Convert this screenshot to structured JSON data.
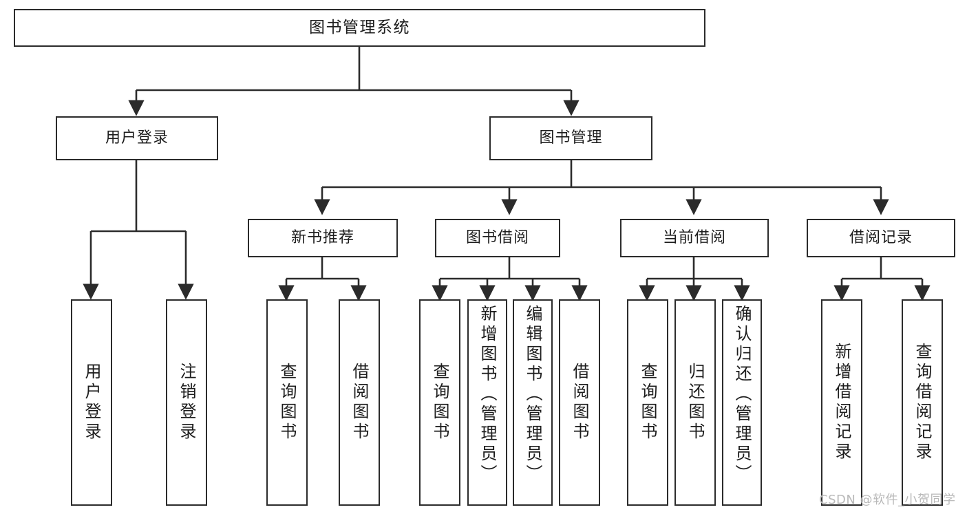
{
  "diagram": {
    "title": "图书管理系统",
    "watermark": "CSDN @软件_小贺同学",
    "stroke_color": "#2b2b2b",
    "background_color": "#ffffff"
  },
  "nodes": {
    "root": {
      "label": "图书管理系统"
    },
    "level2": [
      {
        "label": "用户登录"
      },
      {
        "label": "图书管理"
      }
    ],
    "level3": [
      {
        "label": "新书推荐"
      },
      {
        "label": "图书借阅"
      },
      {
        "label": "当前借阅"
      },
      {
        "label": "借阅记录"
      }
    ],
    "leaves": {
      "user_login": [
        {
          "label": "用户登录"
        },
        {
          "label": "注销登录"
        }
      ],
      "new_book_recommend": [
        {
          "label": "查询图书"
        },
        {
          "label": "借阅图书"
        }
      ],
      "book_borrow": [
        {
          "label": "查询图书"
        },
        {
          "label": "新增图书（管理员）"
        },
        {
          "label": "编辑图书（管理员）"
        },
        {
          "label": "借阅图书"
        }
      ],
      "current_borrow": [
        {
          "label": "查询图书"
        },
        {
          "label": "归还图书"
        },
        {
          "label": "确认归还（管理员）"
        }
      ],
      "borrow_record": [
        {
          "label": "新增借阅记录"
        },
        {
          "label": "查询借阅记录"
        }
      ]
    }
  },
  "chart_data": {
    "type": "diagram",
    "title": "图书管理系统",
    "hierarchy": {
      "name": "图书管理系统",
      "children": [
        {
          "name": "用户登录",
          "children": [
            {
              "name": "用户登录"
            },
            {
              "name": "注销登录"
            }
          ]
        },
        {
          "name": "图书管理",
          "children": [
            {
              "name": "新书推荐",
              "children": [
                {
                  "name": "查询图书"
                },
                {
                  "name": "借阅图书"
                }
              ]
            },
            {
              "name": "图书借阅",
              "children": [
                {
                  "name": "查询图书"
                },
                {
                  "name": "新增图书（管理员）"
                },
                {
                  "name": "编辑图书（管理员）"
                },
                {
                  "name": "借阅图书"
                }
              ]
            },
            {
              "name": "当前借阅",
              "children": [
                {
                  "name": "查询图书"
                },
                {
                  "name": "归还图书"
                },
                {
                  "name": "确认归还（管理员）"
                }
              ]
            },
            {
              "name": "借阅记录",
              "children": [
                {
                  "name": "新增借阅记录"
                },
                {
                  "name": "查询借阅记录"
                }
              ]
            }
          ]
        }
      ]
    }
  }
}
